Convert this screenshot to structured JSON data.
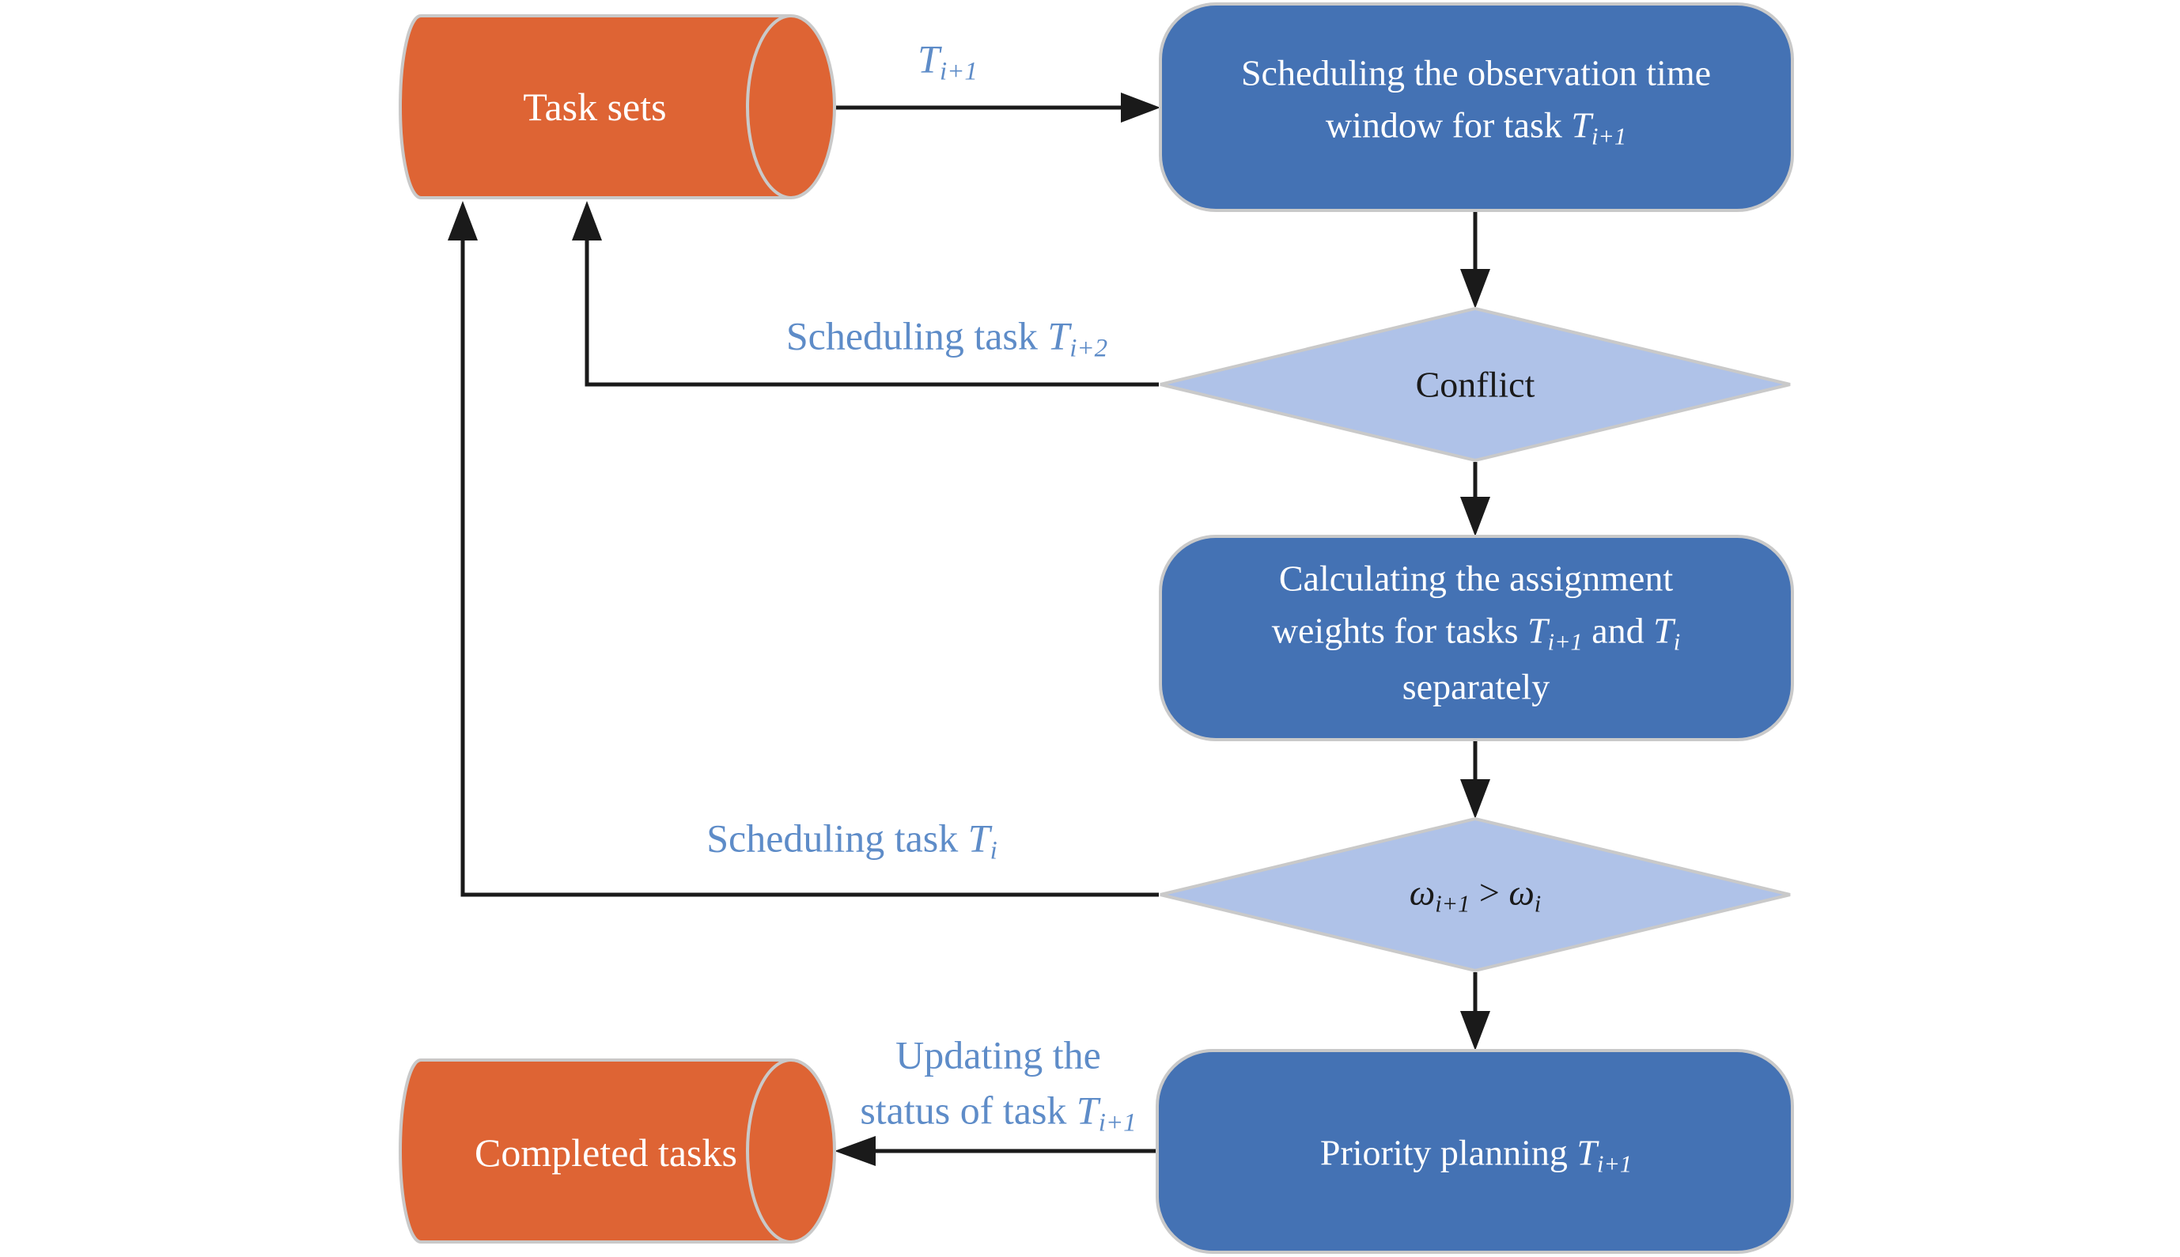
{
  "diagram": {
    "title": "Task scheduling flowchart",
    "nodes": {
      "task_sets": {
        "label": "Task sets"
      },
      "schedule_window": {
        "line1": "Scheduling the observation time",
        "line2_pre": "window for task ",
        "line2_var": "T",
        "line2_sub": "i+1"
      },
      "conflict": {
        "label": "Conflict"
      },
      "calc_weights": {
        "line1": "Calculating the assignment",
        "line2_pre": "weights for tasks ",
        "line2_var1": "T",
        "line2_sub1": "i+1",
        "line2_mid": " and ",
        "line2_var2": "T",
        "line2_sub2": "i",
        "line3": "separately"
      },
      "weight_compare": {
        "var1": "ω",
        "sub1": "i+1",
        "mid": " > ",
        "var2": "ω",
        "sub2": "i"
      },
      "priority_planning": {
        "pre": "Priority planning ",
        "var": "T",
        "sub": "i+1"
      },
      "completed_tasks": {
        "label": "Completed tasks"
      }
    },
    "edge_labels": {
      "to_schedule_window": {
        "var": "T",
        "sub": "i+1"
      },
      "conflict_return": {
        "pre": "Scheduling task ",
        "var": "T",
        "sub": "i+2"
      },
      "weight_return": {
        "pre": "Scheduling task ",
        "var": "T",
        "sub": "i"
      },
      "update_status": {
        "line1": "Updating the",
        "line2_pre": "status of task ",
        "line2_var": "T",
        "line2_sub": "i+1"
      }
    },
    "colors": {
      "process_fill": "#4472B4",
      "decision_fill": "#AFC2E8",
      "data_store_fill": "#DE6434",
      "shape_border": "#C9C9C9",
      "arrow": "#1A1A1A",
      "edge_label_text": "#5E8CC8",
      "process_text": "#FFFFFF",
      "decision_text": "#1A1A1A"
    }
  }
}
